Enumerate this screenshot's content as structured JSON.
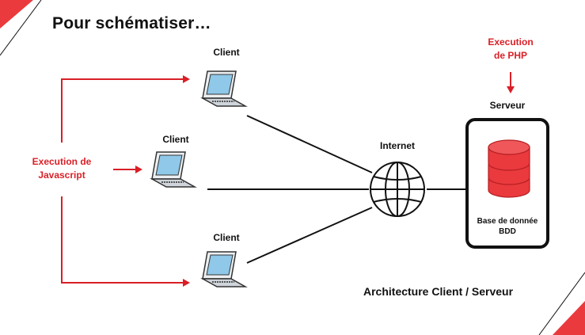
{
  "title": "Pour schématiser…",
  "clients": [
    {
      "label": "Client"
    },
    {
      "label": "Client"
    },
    {
      "label": "Client"
    }
  ],
  "js_exec": {
    "line1": "Execution de",
    "line2": "Javascript"
  },
  "php_exec": {
    "line1": "Execution",
    "line2": "de PHP"
  },
  "internet_label": "Internet",
  "server": {
    "label": "Serveur",
    "db_line1": "Base de donnée",
    "db_line2": "BDD"
  },
  "caption": "Architecture Client / Serveur",
  "colors": {
    "accent": "#d91f26",
    "ink": "#111111",
    "screen": "#8fc8e8",
    "db": "#ea3a3d"
  }
}
